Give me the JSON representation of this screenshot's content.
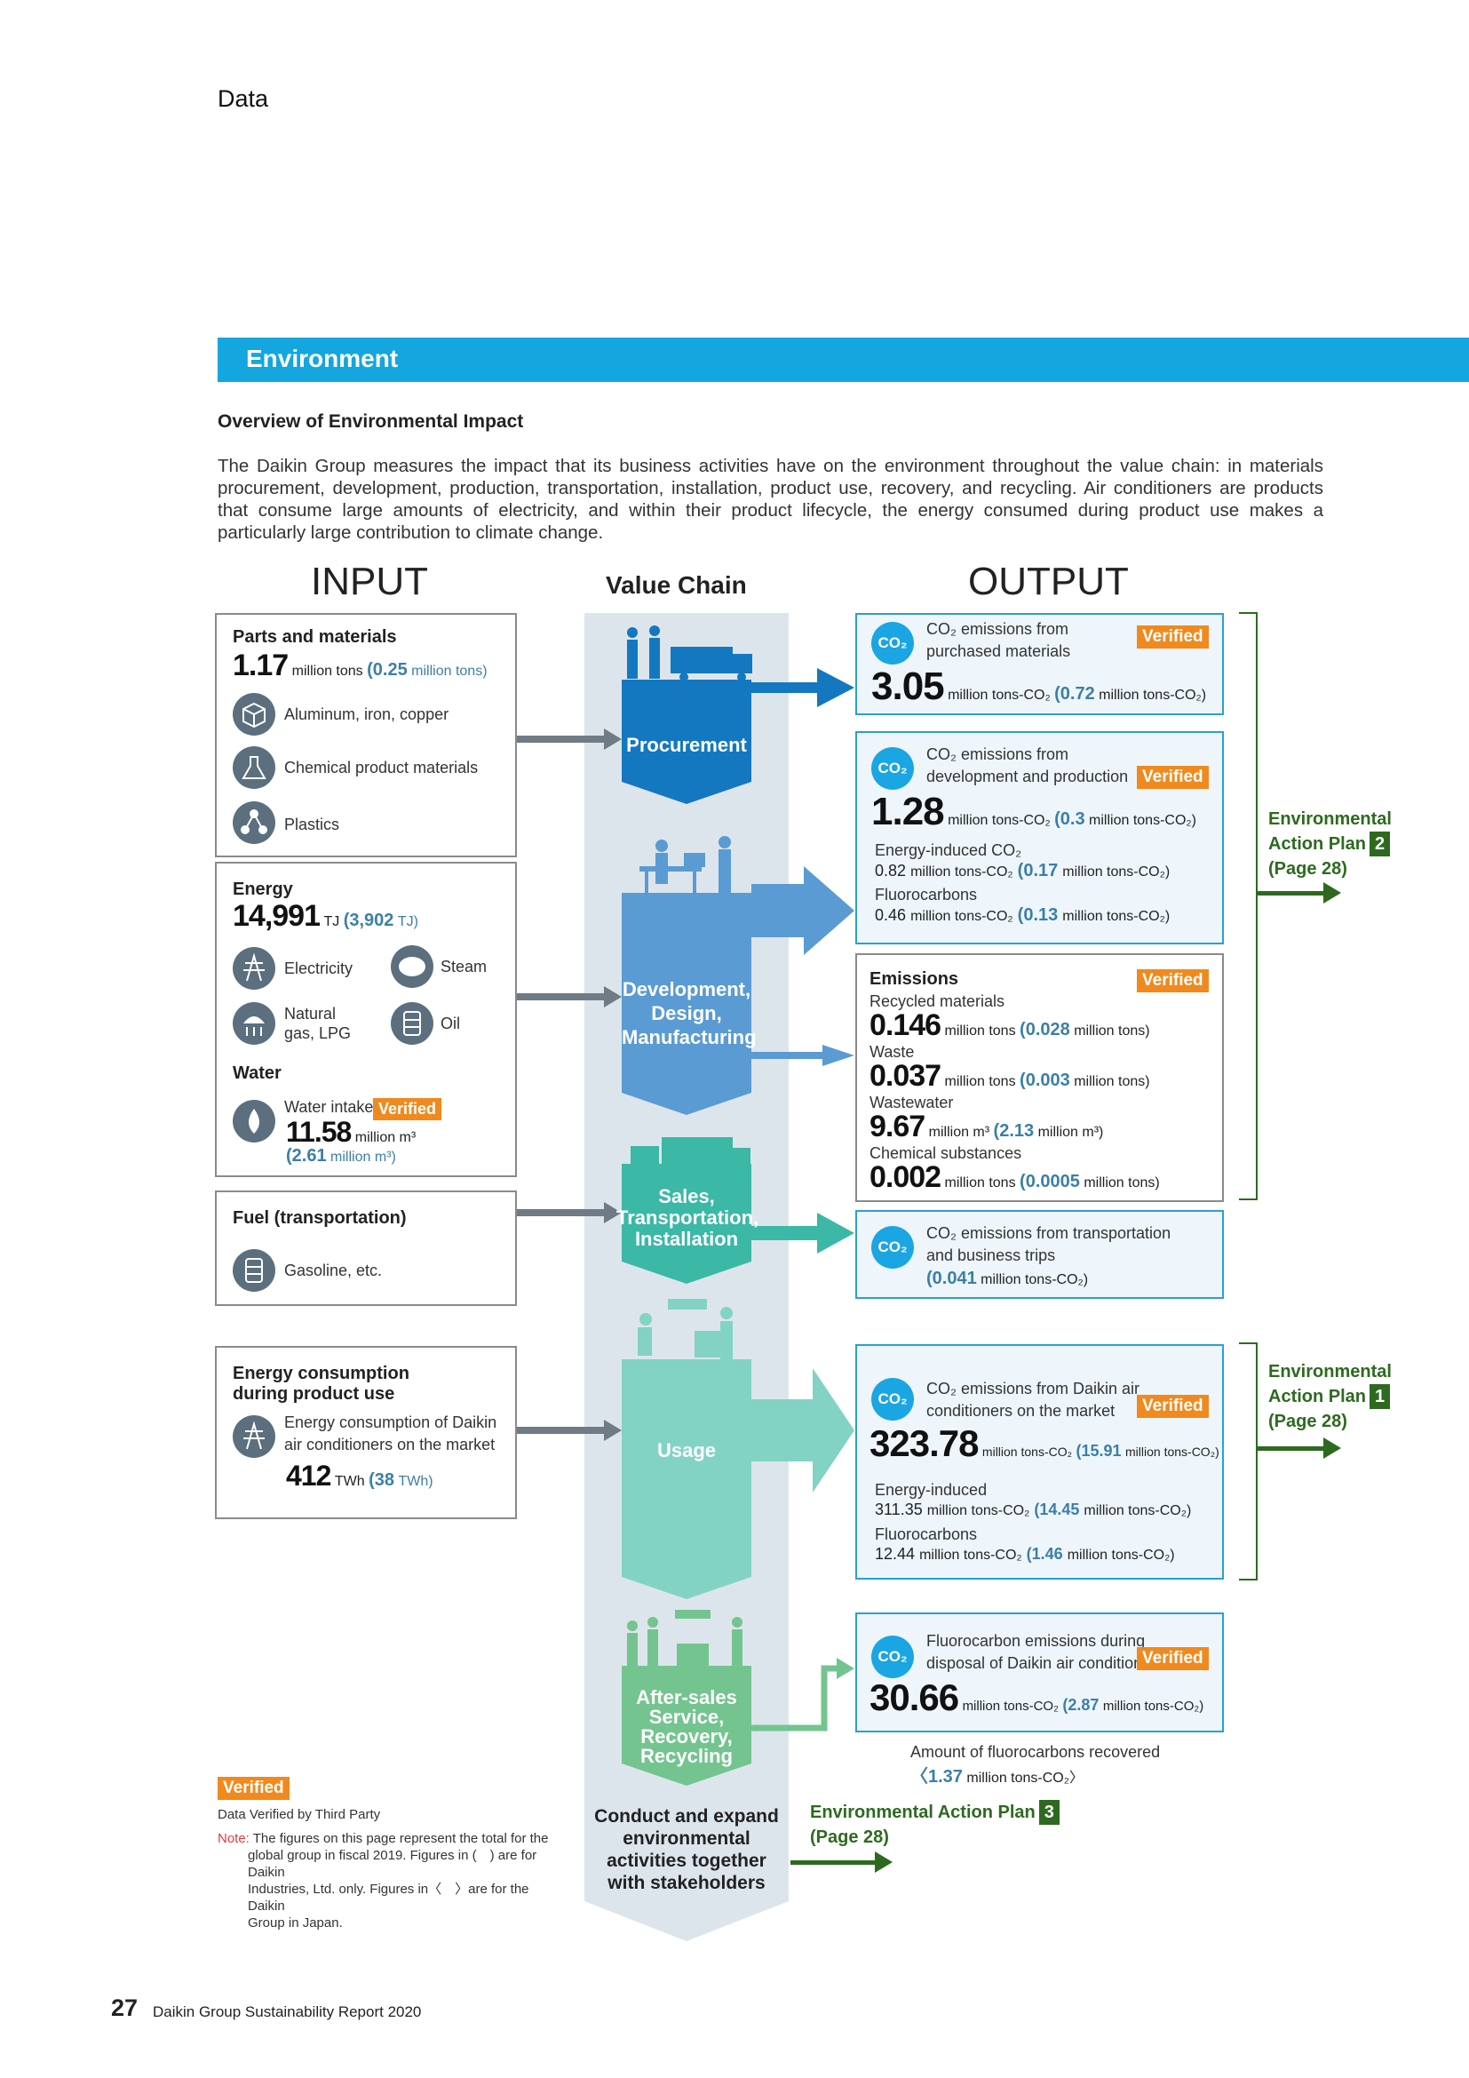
{
  "header": {
    "section": "Data"
  },
  "banner": {
    "title": "Environment"
  },
  "overview": {
    "heading": "Overview of Environmental Impact",
    "body": "The Daikin Group measures the impact that its business activities have on the environment throughout the value chain: in materials procurement, development, production, transportation, installation, product use, recovery, and recycling. Air conditioners are products that consume large amounts of electricity, and within their product lifecycle, the energy consumed during product use makes a particularly large contribution to climate change."
  },
  "columns": {
    "input": "INPUT",
    "value_chain": "Value Chain",
    "output": "OUTPUT"
  },
  "verified_label": "Verified",
  "co2_label": "CO₂",
  "inputs": {
    "parts": {
      "title": "Parts and materials",
      "value": "1.17",
      "unit": "million tons",
      "paren_value": "(0.25",
      "paren_unit": "million tons)",
      "items": [
        "Aluminum, iron, copper",
        "Chemical product materials",
        "Plastics"
      ]
    },
    "energy": {
      "title": "Energy",
      "value": "14,991",
      "unit": "TJ",
      "paren_value": "(3,902",
      "paren_unit": "TJ)",
      "items": [
        "Electricity",
        "Steam",
        "Natural gas, LPG",
        "Oil"
      ]
    },
    "water": {
      "title": "Water",
      "label": "Water intake",
      "value": "11.58",
      "unit": "million m³",
      "paren_value": "(2.61",
      "paren_unit": "million m³)"
    },
    "fuel": {
      "title": "Fuel (transportation)",
      "item": "Gasoline, etc."
    },
    "usage": {
      "title_line1": "Energy consumption",
      "title_line2": "during product use",
      "label_line1": "Energy consumption of Daikin",
      "label_line2": "air conditioners on the market",
      "value": "412",
      "unit": "TWh",
      "paren_value": "(38",
      "paren_unit": "TWh)"
    }
  },
  "stages": {
    "procurement": "Procurement",
    "development": [
      "Development,",
      "Design,",
      "Manufacturing"
    ],
    "sales": [
      "Sales,",
      "Transportation,",
      "Installation"
    ],
    "usage": "Usage",
    "aftersales": [
      "After-sales",
      "Service,",
      "Recovery,",
      "Recycling"
    ],
    "conduct": [
      "Conduct and expand",
      "environmental",
      "activities together",
      "with stakeholders"
    ]
  },
  "outputs": {
    "purchased": {
      "label_line1": "CO₂ emissions from",
      "label_line2": "purchased materials",
      "value": "3.05",
      "unit": "million tons-CO₂",
      "paren_value": "(0.72",
      "paren_unit": "million tons-CO₂)"
    },
    "devprod": {
      "label_line1": "CO₂ emissions from",
      "label_line2": "development and production",
      "value": "1.28",
      "unit": "million tons-CO₂",
      "paren_value": "(0.3",
      "paren_unit": "million tons-CO₂)",
      "energy_label": "Energy-induced CO₂",
      "energy_value": "0.82",
      "energy_unit": "million tons-CO₂",
      "energy_paren": "(0.17",
      "energy_paren_unit": "million tons-CO₂)",
      "fluoro_label": "Fluorocarbons",
      "fluoro_value": "0.46",
      "fluoro_unit": "million tons-CO₂",
      "fluoro_paren": "(0.13",
      "fluoro_paren_unit": "million tons-CO₂)"
    },
    "emissions": {
      "title": "Emissions",
      "rows": [
        {
          "label": "Recycled materials",
          "value": "0.146",
          "unit": "million tons",
          "paren": "(0.028",
          "paren_unit": "million tons)"
        },
        {
          "label": "Waste",
          "value": "0.037",
          "unit": "million tons",
          "paren": "(0.003",
          "paren_unit": "million tons)"
        },
        {
          "label": "Wastewater",
          "value": "9.67",
          "unit": "million m³",
          "paren": "(2.13",
          "paren_unit": "million m³)"
        },
        {
          "label": "Chemical substances",
          "value": "0.002",
          "unit": "million tons",
          "paren": "(0.0005",
          "paren_unit": "million tons)"
        }
      ]
    },
    "transport": {
      "label_line1": "CO₂ emissions from transportation",
      "label_line2": "and business trips",
      "paren_value": "(0.041",
      "paren_unit": "million tons-CO₂)"
    },
    "usage": {
      "label_line1": "CO₂ emissions from Daikin air",
      "label_line2": "conditioners on the market",
      "value": "323.78",
      "unit": "million tons-CO₂",
      "paren_value": "(15.91",
      "paren_unit": "million tons-CO₂)",
      "energy_label": "Energy-induced",
      "energy_value": "311.35",
      "energy_unit": "million tons-CO₂",
      "energy_paren": "(14.45",
      "energy_paren_unit": "million tons-CO₂)",
      "fluoro_label": "Fluorocarbons",
      "fluoro_value": "12.44",
      "fluoro_unit": "million tons-CO₂",
      "fluoro_paren": "(1.46",
      "fluoro_paren_unit": "million tons-CO₂)"
    },
    "disposal": {
      "label_line1": "Fluorocarbon emissions during",
      "label_line2": "disposal of Daikin air conditioners",
      "value": "30.66",
      "unit": "million tons-CO₂",
      "paren_value": "(2.87",
      "paren_unit": "million tons-CO₂)"
    },
    "recovered": {
      "label": "Amount of fluorocarbons recovered",
      "paren_value": "〈1.37",
      "paren_unit": "million tons-CO₂〉"
    }
  },
  "action_plans": {
    "plan2": {
      "line1": "Environmental",
      "line2": "Action Plan",
      "num": "2",
      "page": "(Page 28)"
    },
    "plan1": {
      "line1": "Environmental",
      "line2": "Action Plan",
      "num": "1",
      "page": "(Page 28)"
    },
    "plan3": {
      "line1": "Environmental Action Plan",
      "num": "3",
      "page": "(Page 28)"
    }
  },
  "footnote": {
    "verified_caption": "Data Verified by Third Party",
    "note_label": "Note:",
    "note_line1": "The figures on this page represent the total for the",
    "note_line2": "global group in fiscal 2019. Figures in (　) are for Daikin",
    "note_line3": "Industries, Ltd. only. Figures in〈　〉are for the Daikin",
    "note_line4": "Group in Japan."
  },
  "page": {
    "number": "27",
    "publication": "Daikin Group Sustainability Report 2020"
  },
  "colors": {
    "banner": "#14a6df",
    "co2": "#1aa5e3",
    "verified": "#f08a1e",
    "action_plan": "#2d6a1f"
  }
}
